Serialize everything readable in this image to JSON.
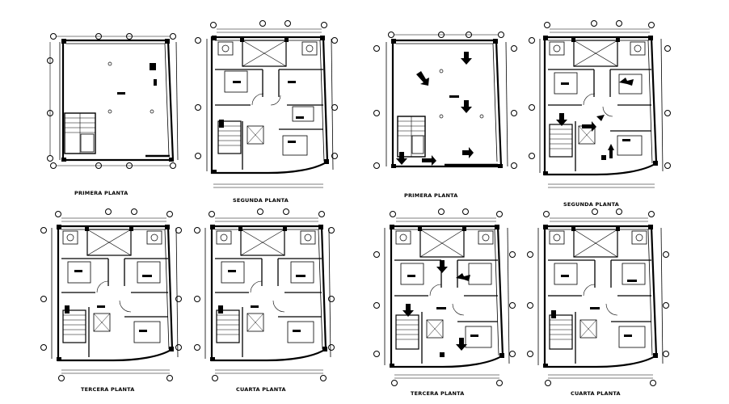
{
  "drawing": {
    "background": "#ffffff",
    "line_color": "#000000"
  },
  "plan_labels": {
    "primera": "PRIMERA PLANTA",
    "segunda": "SEGUNDA PLANTA",
    "tercera": "TERCERA PLANTA",
    "cuarta": "CUARTA PLANTA"
  }
}
